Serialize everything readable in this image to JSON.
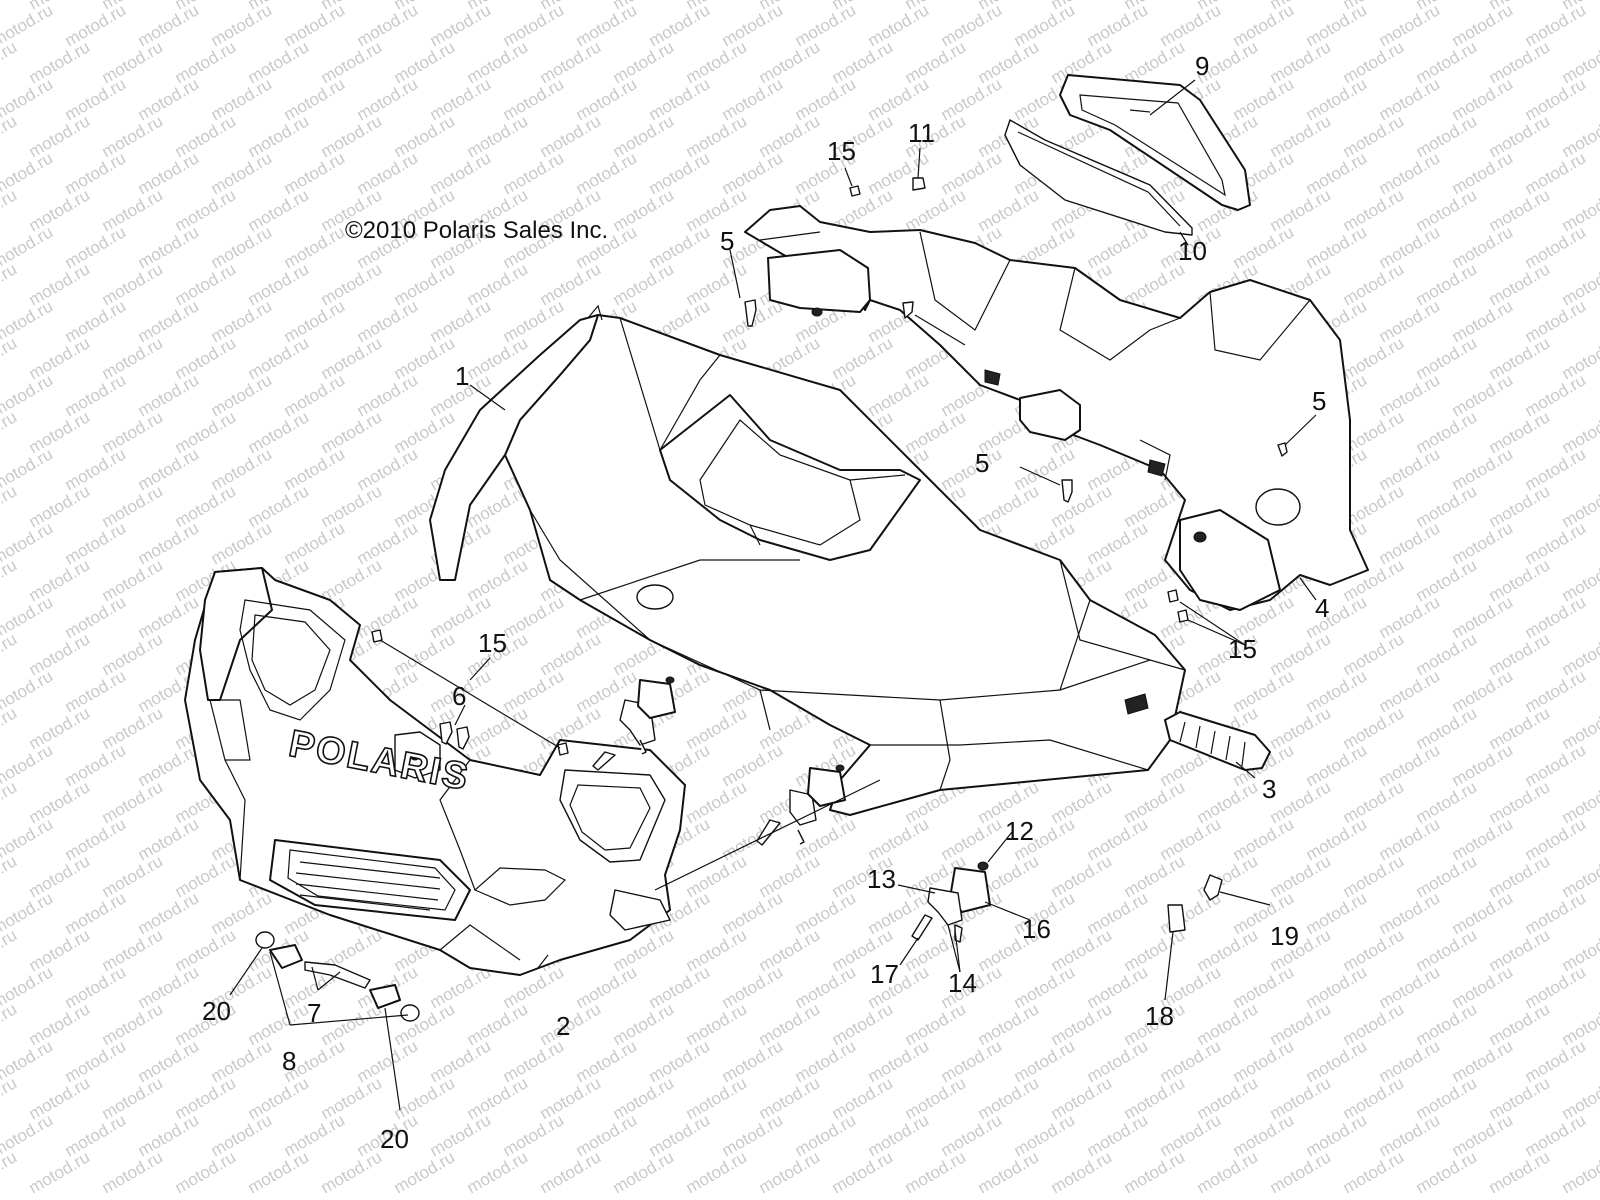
{
  "copyright": "©2010 Polaris Sales Inc.",
  "brand_text": "POLARIS",
  "watermark_text": "motod.ru",
  "callouts": {
    "c1": "1",
    "c2": "2",
    "c3": "3",
    "c4": "4",
    "c5a": "5",
    "c5b": "5",
    "c5c": "5",
    "c6": "6",
    "c7": "7",
    "c8": "8",
    "c9": "9",
    "c10": "10",
    "c11": "11",
    "c12": "12",
    "c13": "13",
    "c14": "14",
    "c15a": "15",
    "c15b": "15",
    "c15c": "15",
    "c16": "16",
    "c17": "17",
    "c18": "18",
    "c19": "19",
    "c20a": "20",
    "c20b": "20"
  },
  "colors": {
    "line": "#111111",
    "watermark": "#c9c9c9",
    "background": "#ffffff"
  }
}
